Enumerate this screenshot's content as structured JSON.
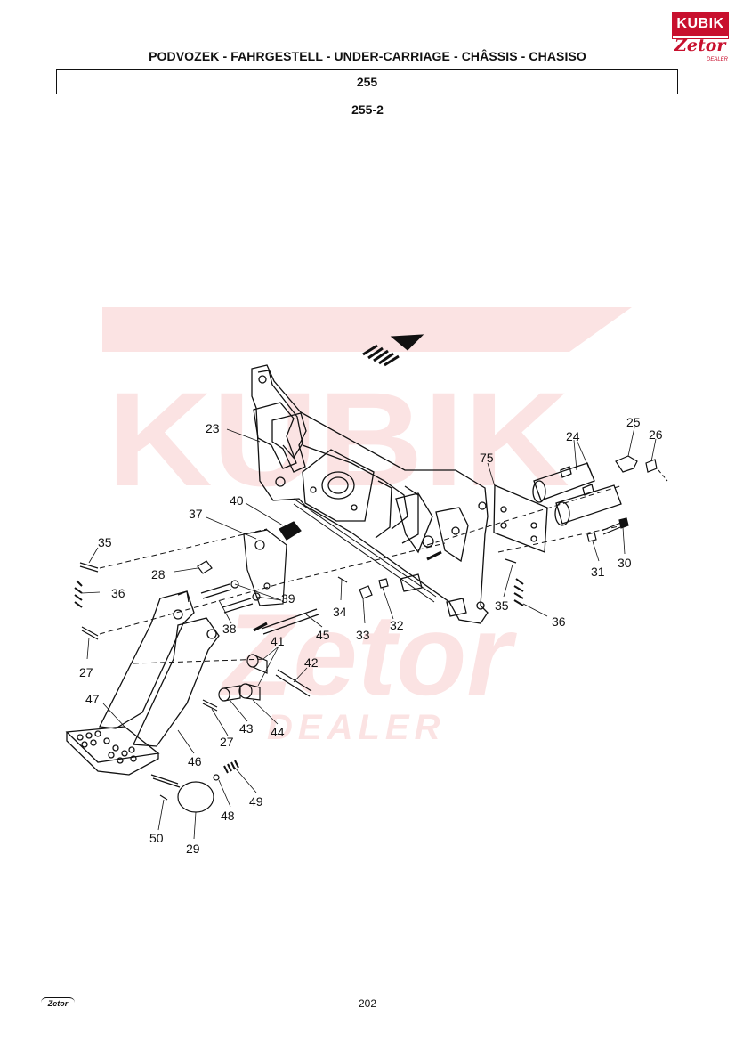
{
  "header": {
    "title": "PODVOZEK - FAHRGESTELL - UNDER-CARRIAGE - CHÂSSIS - CHASISO",
    "group": "255",
    "subgroup": "255-2"
  },
  "brand": {
    "name": "KUBIK",
    "maker": "Zetor",
    "tag": "DEALER",
    "color": "#c8102e"
  },
  "watermark": {
    "name": "KUBIK",
    "maker": "Zetor",
    "tag": "DEALER",
    "color": "#fbe3e3"
  },
  "parts": {
    "p23": "23",
    "p24": "24",
    "p25": "25",
    "p26": "26",
    "p75": "75",
    "p40": "40",
    "p37": "37",
    "p35a": "35",
    "p36a": "36",
    "p28": "28",
    "p39": "39",
    "p38": "38",
    "p34": "34",
    "p33": "33",
    "p32": "32",
    "p31": "31",
    "p30": "30",
    "p35b": "35",
    "p36b": "36",
    "p27a": "27",
    "p41": "41",
    "p42": "42",
    "p45": "45",
    "p47": "47",
    "p43": "43",
    "p44": "44",
    "p27b": "27",
    "p46": "46",
    "p48": "48",
    "p49": "49",
    "p50": "50",
    "p29": "29"
  },
  "footer": {
    "maker": "Zetor",
    "page": "202"
  }
}
